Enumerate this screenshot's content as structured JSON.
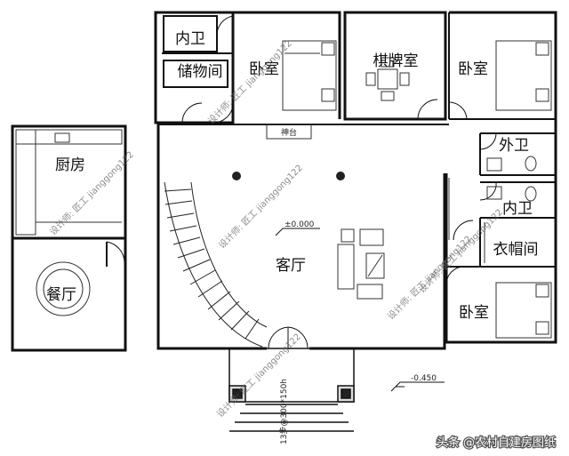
{
  "rooms": {
    "inner_wc_top": "内卫",
    "storage": "储物间",
    "bedroom_top_left": "卧室",
    "chess_room": "棋牌室",
    "bedroom_top_right": "卧室",
    "outer_wc": "外卫",
    "inner_wc_right": "内卫",
    "cloakroom": "衣帽间",
    "bedroom_bottom_right": "卧室",
    "kitchen": "厨房",
    "dining": "餐厅",
    "living": "客厅"
  },
  "labels": {
    "shrine": "神台",
    "level_main": "±0.000",
    "level_outside": "-0.450",
    "steps": "13步@300*150h"
  },
  "watermarks": {
    "w1": "设计师: 匠工 jianggong122",
    "w2": "设计师: 匠工 jianggong122",
    "w3": "设计师: 匠工 jianggong122",
    "w4": "设计师: 匠工 jianggong122",
    "w5": "设计师: 匠工 jianggong122",
    "w6": "设计师: 匠工 jianggong122"
  },
  "brand": {
    "text": "头条 @农村自建房图纸"
  }
}
